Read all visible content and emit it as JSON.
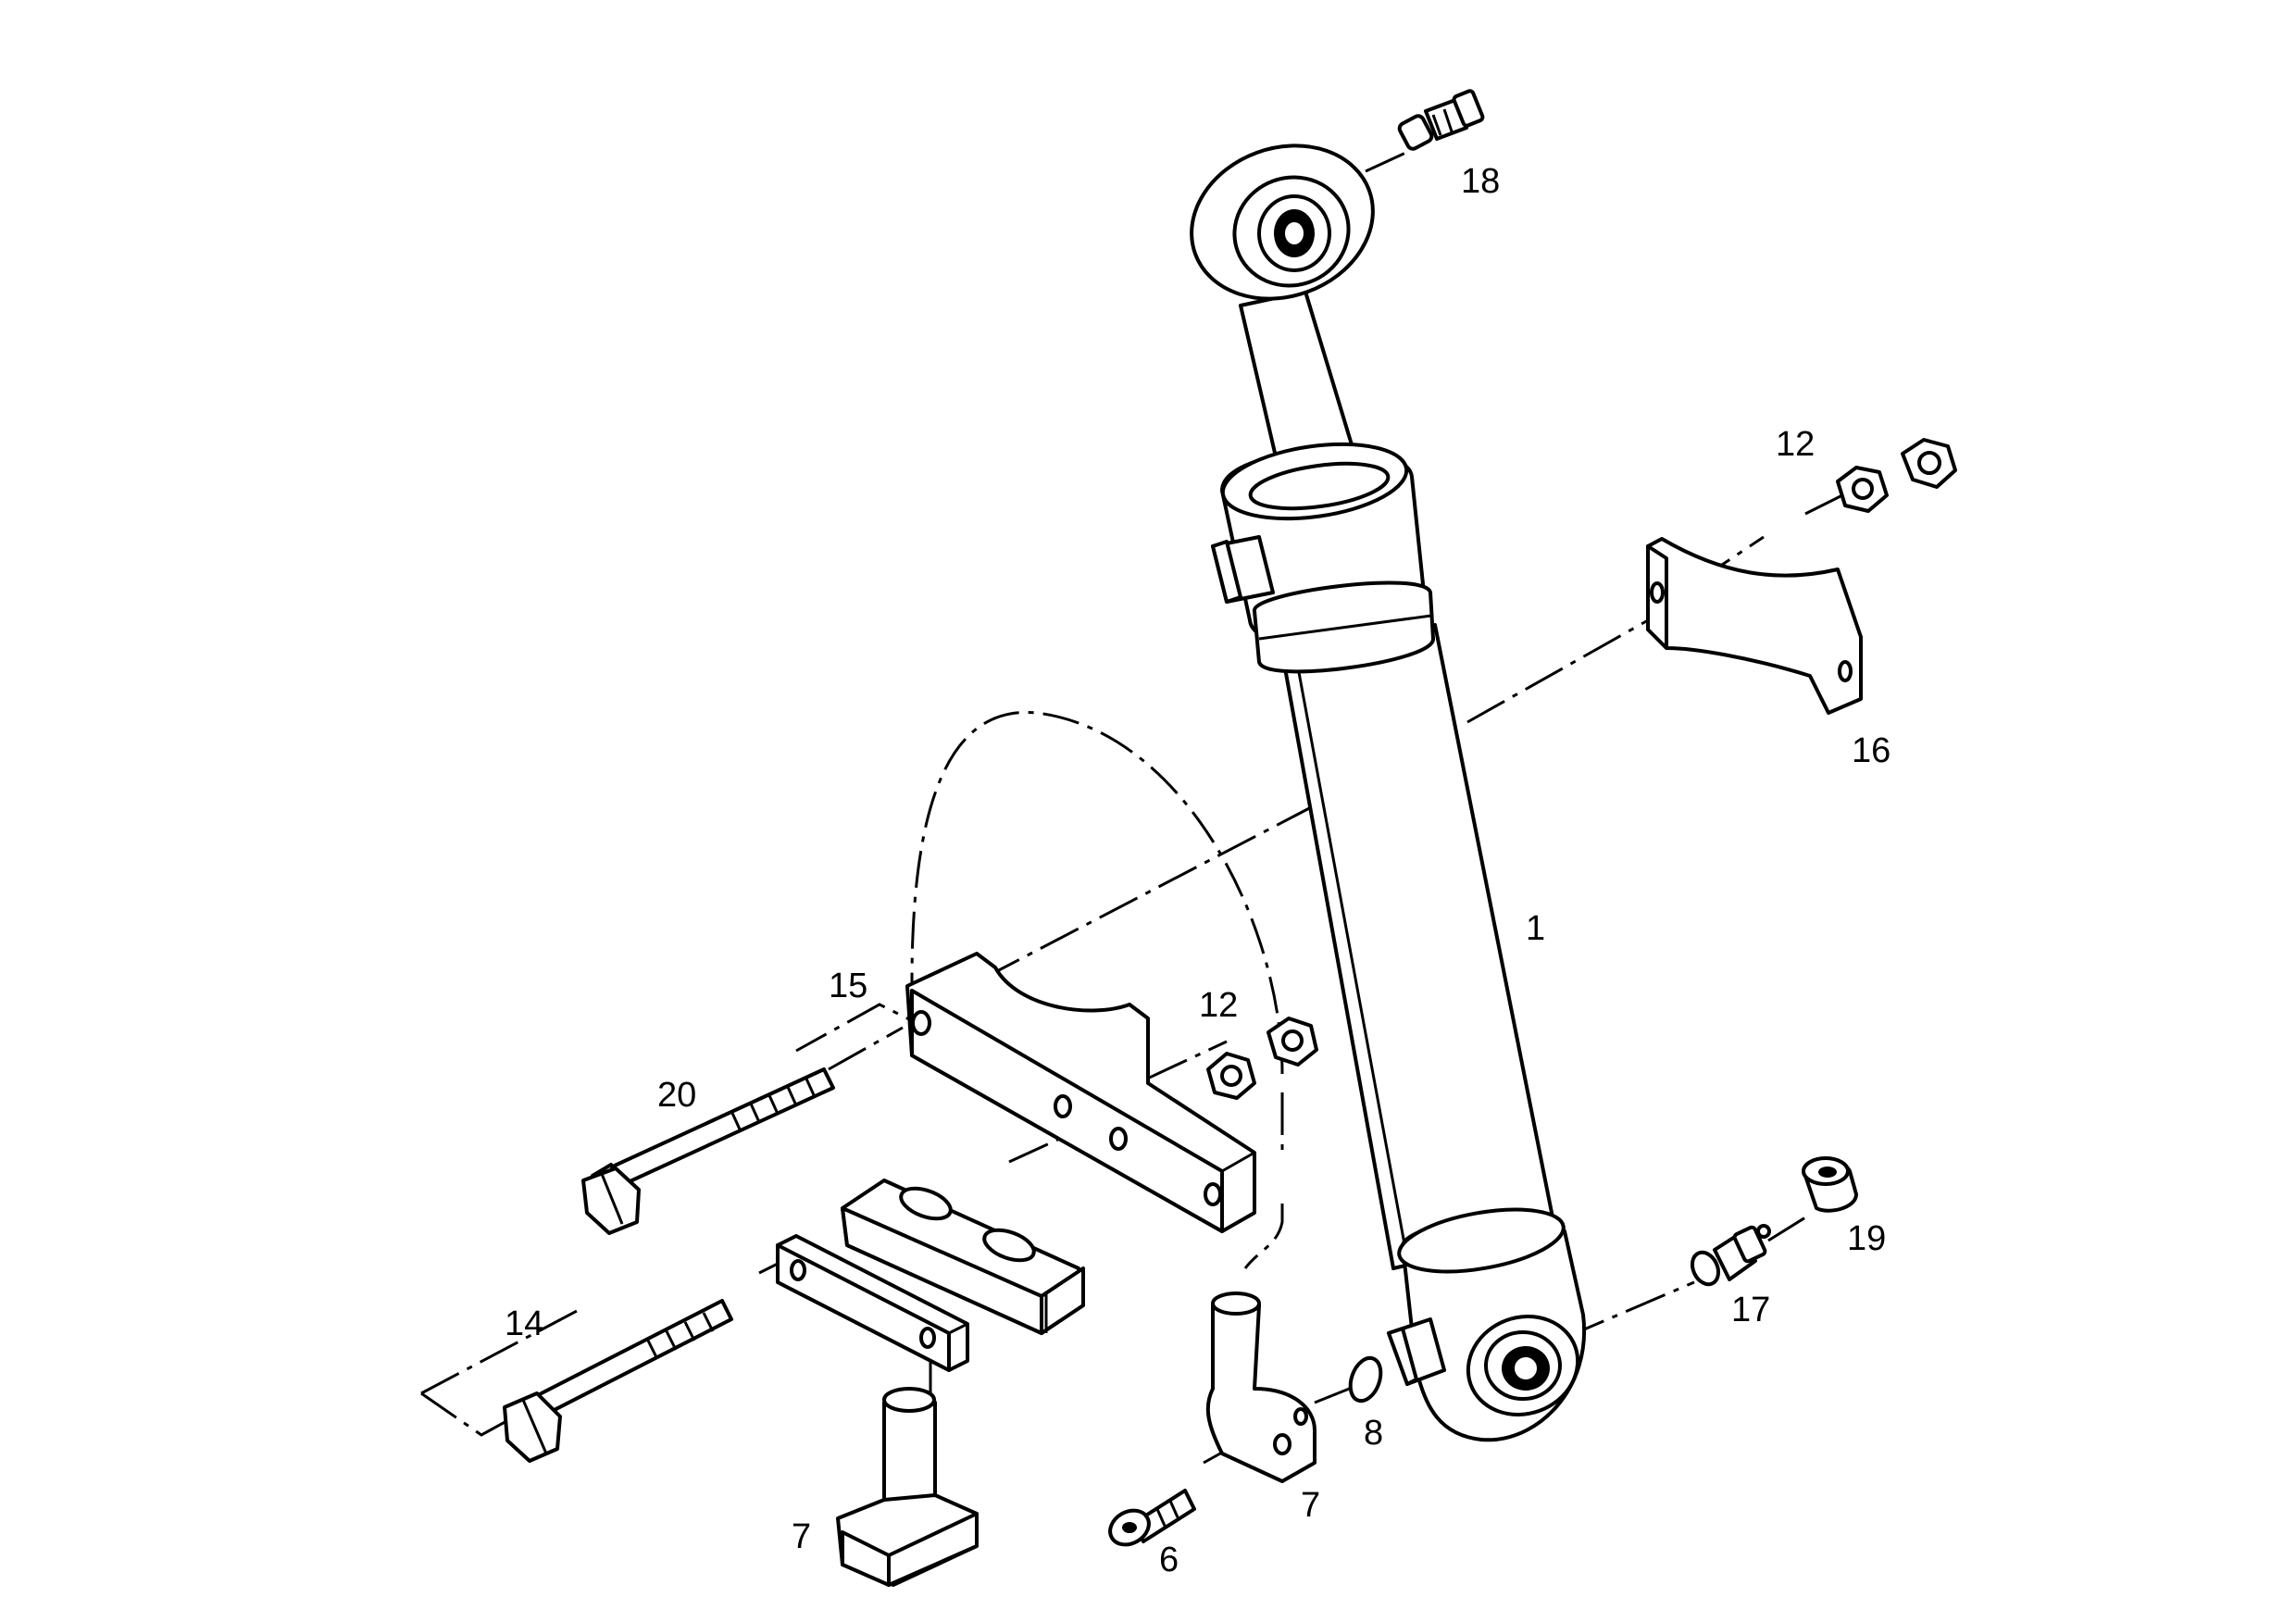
{
  "diagram": {
    "type": "exploded-parts-view",
    "callouts": {
      "c1": "1",
      "c6": "6",
      "c7a": "7",
      "c7b": "7",
      "c8": "8",
      "c12a": "12",
      "c12b": "12",
      "c14": "14",
      "c15": "15",
      "c16": "16",
      "c17": "17",
      "c18": "18",
      "c19": "19",
      "c20": "20"
    }
  }
}
